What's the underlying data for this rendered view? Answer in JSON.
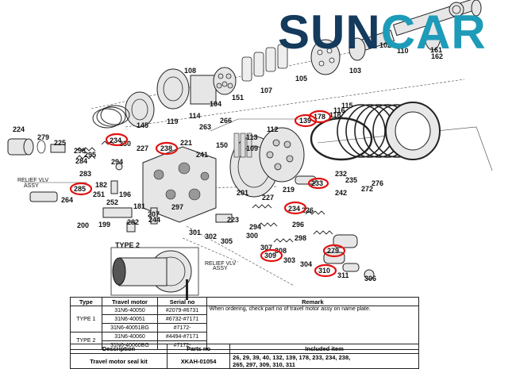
{
  "brand": {
    "part1": "SUN",
    "part2": "CAR",
    "color_dark": "#143a5c",
    "color_accent": "#1d9bb8"
  },
  "highlight_color": "#e01212",
  "diagram": {
    "labels": [
      "102",
      "110",
      "161",
      "162",
      "103",
      "105",
      "108",
      "151",
      "107",
      "104",
      "114",
      "119",
      "145",
      "115",
      "116",
      "118",
      "178",
      "139",
      "224",
      "279",
      "225",
      "234",
      "230",
      "227",
      "238",
      "221",
      "266",
      "263",
      "241",
      "150",
      "113",
      "109",
      "112",
      "295",
      "298",
      "294",
      "284",
      "283",
      "285",
      "RELIEF VLV",
      "ASSY",
      "264",
      "251",
      "182",
      "181",
      "252",
      "196",
      "207",
      "244",
      "297",
      "200",
      "199",
      "282",
      "302",
      "301",
      "305",
      "223",
      "227",
      "219",
      "201",
      "232",
      "235",
      "272",
      "276",
      "242",
      "233",
      "234",
      "226",
      "296",
      "298",
      "294",
      "307",
      "300",
      "308",
      "309",
      "303",
      "279",
      "304",
      "310",
      "311",
      "306",
      "TYPE 2",
      "RELIEF VLV",
      "ASSY"
    ]
  },
  "table_models": {
    "headers": [
      "Type",
      "Travel motor",
      "Serial no",
      "Remark"
    ],
    "remark": "When ordering, check part no of travel motor assy on name plate.",
    "rows": [
      {
        "type": "",
        "motor": "31N6-40050",
        "serial": "#2079-#6731"
      },
      {
        "type": "TYPE 1",
        "motor": "31N6-40051",
        "serial": "#6732-#7171"
      },
      {
        "type": "",
        "motor": "31N6-40051BG",
        "serial": "#7172-"
      },
      {
        "type": "TYPE 2",
        "motor": "31N6-40060",
        "serial": "#4494-#7171"
      },
      {
        "type": "",
        "motor": "31N6-40060BG",
        "serial": "#7172-"
      }
    ]
  },
  "table_kit": {
    "headers": [
      "Description",
      "Parts no",
      "Included item"
    ],
    "description": "Travel motor seal kit",
    "part_no": "XKAH-01054",
    "included_line1": "26, 29, 39, 40, 132, 139, 178, 233, 234, 238,",
    "included_line2": "265, 297, 309, 310, 311"
  }
}
